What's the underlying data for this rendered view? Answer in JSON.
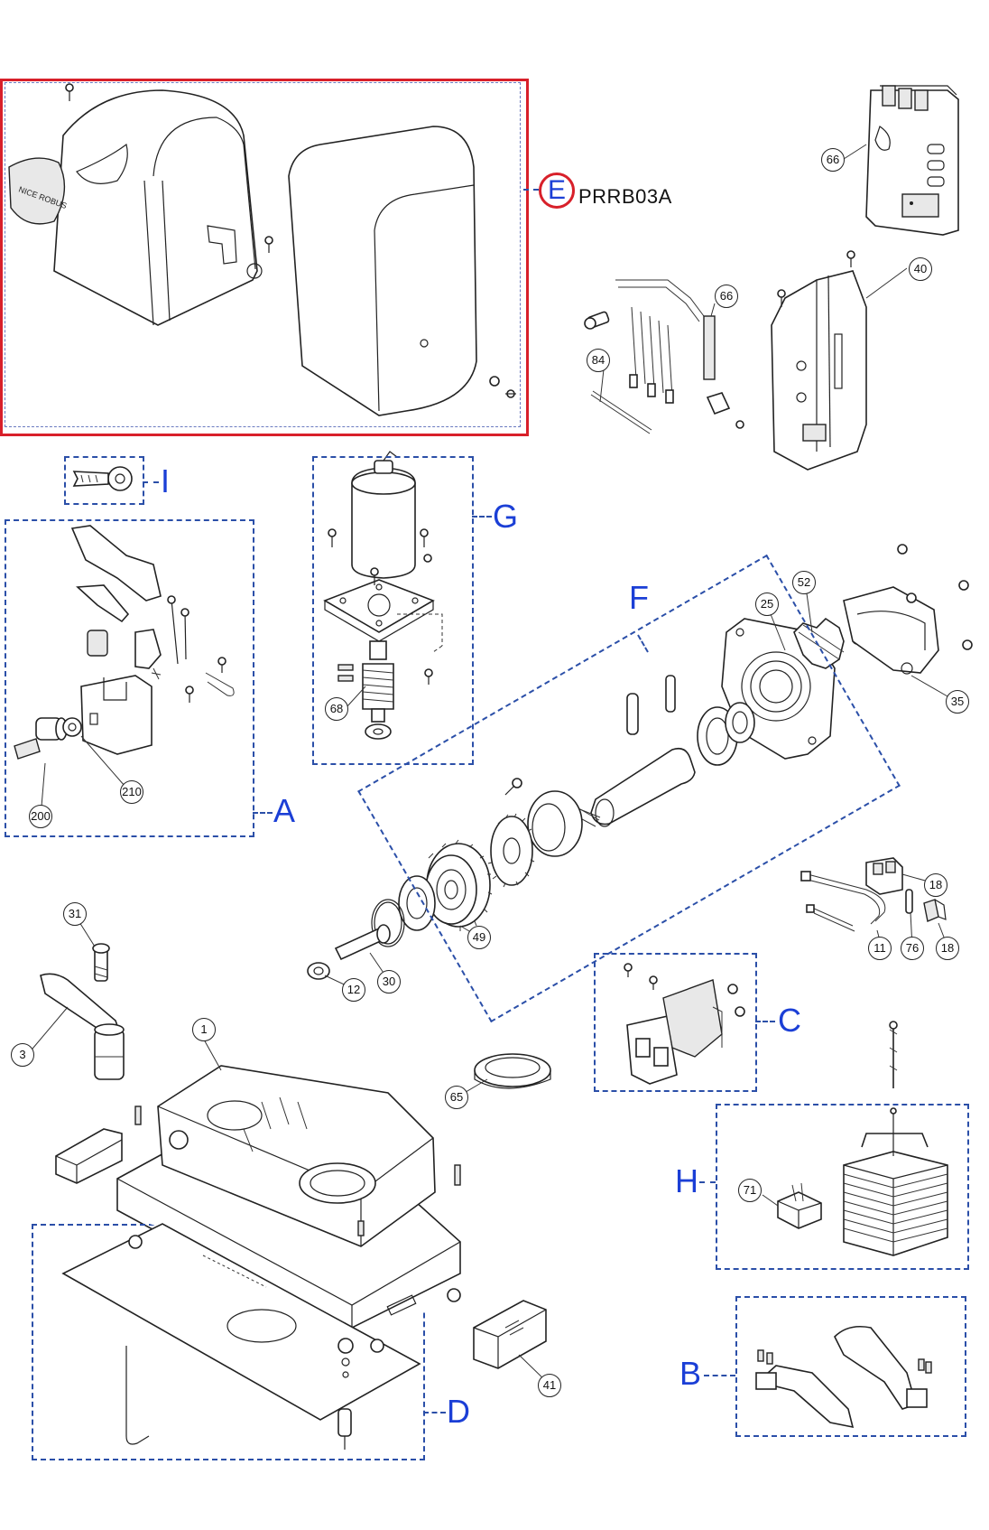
{
  "groups": {
    "E": {
      "letter": "E",
      "code": "PRRB03A"
    },
    "I": {
      "letter": "I"
    },
    "A": {
      "letter": "A"
    },
    "G": {
      "letter": "G"
    },
    "F": {
      "letter": "F"
    },
    "C": {
      "letter": "C"
    },
    "H": {
      "letter": "H"
    },
    "B": {
      "letter": "B"
    },
    "D": {
      "letter": "D"
    }
  },
  "cover_logo_text": "NICE ROBUS",
  "callouts": {
    "p66a": "66",
    "p66b": "66",
    "p40": "40",
    "p84": "84",
    "p68": "68",
    "p200": "200",
    "p210": "210",
    "p52": "52",
    "p25": "25",
    "p35": "35",
    "p49": "49",
    "p30": "30",
    "p12": "12",
    "p18a": "18",
    "p18b": "18",
    "p11": "11",
    "p76": "76",
    "p31": "31",
    "p3": "3",
    "p1": "1",
    "p65": "65",
    "p71": "71",
    "p41": "41"
  },
  "colors": {
    "group_border": "#2b4fa8",
    "group_label": "#1b3fd6",
    "highlight": "#d8202a"
  }
}
